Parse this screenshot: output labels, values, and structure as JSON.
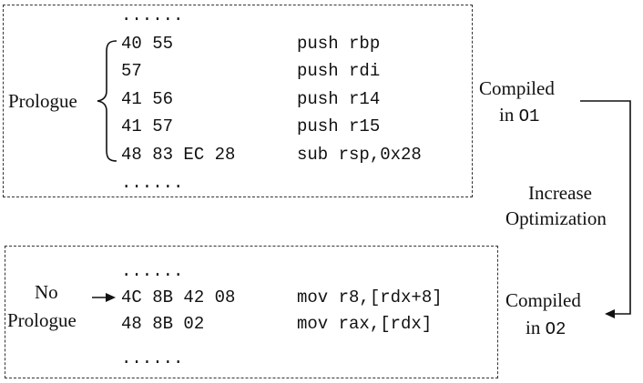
{
  "o1_block": {
    "ellipsis_top": "......",
    "ellipsis_bottom": "......",
    "rows": [
      {
        "bytes": "40 55",
        "asm": "push rbp"
      },
      {
        "bytes": "57",
        "asm": "push rdi"
      },
      {
        "bytes": "41 56",
        "asm": "push r14"
      },
      {
        "bytes": "41 57",
        "asm": "push r15"
      },
      {
        "bytes": "48 83 EC 28",
        "asm": "sub rsp,0x28"
      }
    ],
    "label": "Prologue"
  },
  "o2_block": {
    "ellipsis_top": "......",
    "ellipsis_bottom": "......",
    "rows": [
      {
        "bytes": "4C 8B 42 08",
        "asm": "mov r8,[rdx+8]"
      },
      {
        "bytes": "48 8B 02",
        "asm": "mov rax,[rdx]"
      }
    ],
    "label_line1": "No",
    "label_line2": "Prologue"
  },
  "flow": {
    "compiled_o1_line1": "Compiled",
    "compiled_o1_in": "in ",
    "compiled_o1_level": "O1",
    "increase_line1": "Increase",
    "increase_line2": "Optimization",
    "compiled_o2_line1": "Compiled",
    "compiled_o2_in": "in ",
    "compiled_o2_level": "O2"
  }
}
